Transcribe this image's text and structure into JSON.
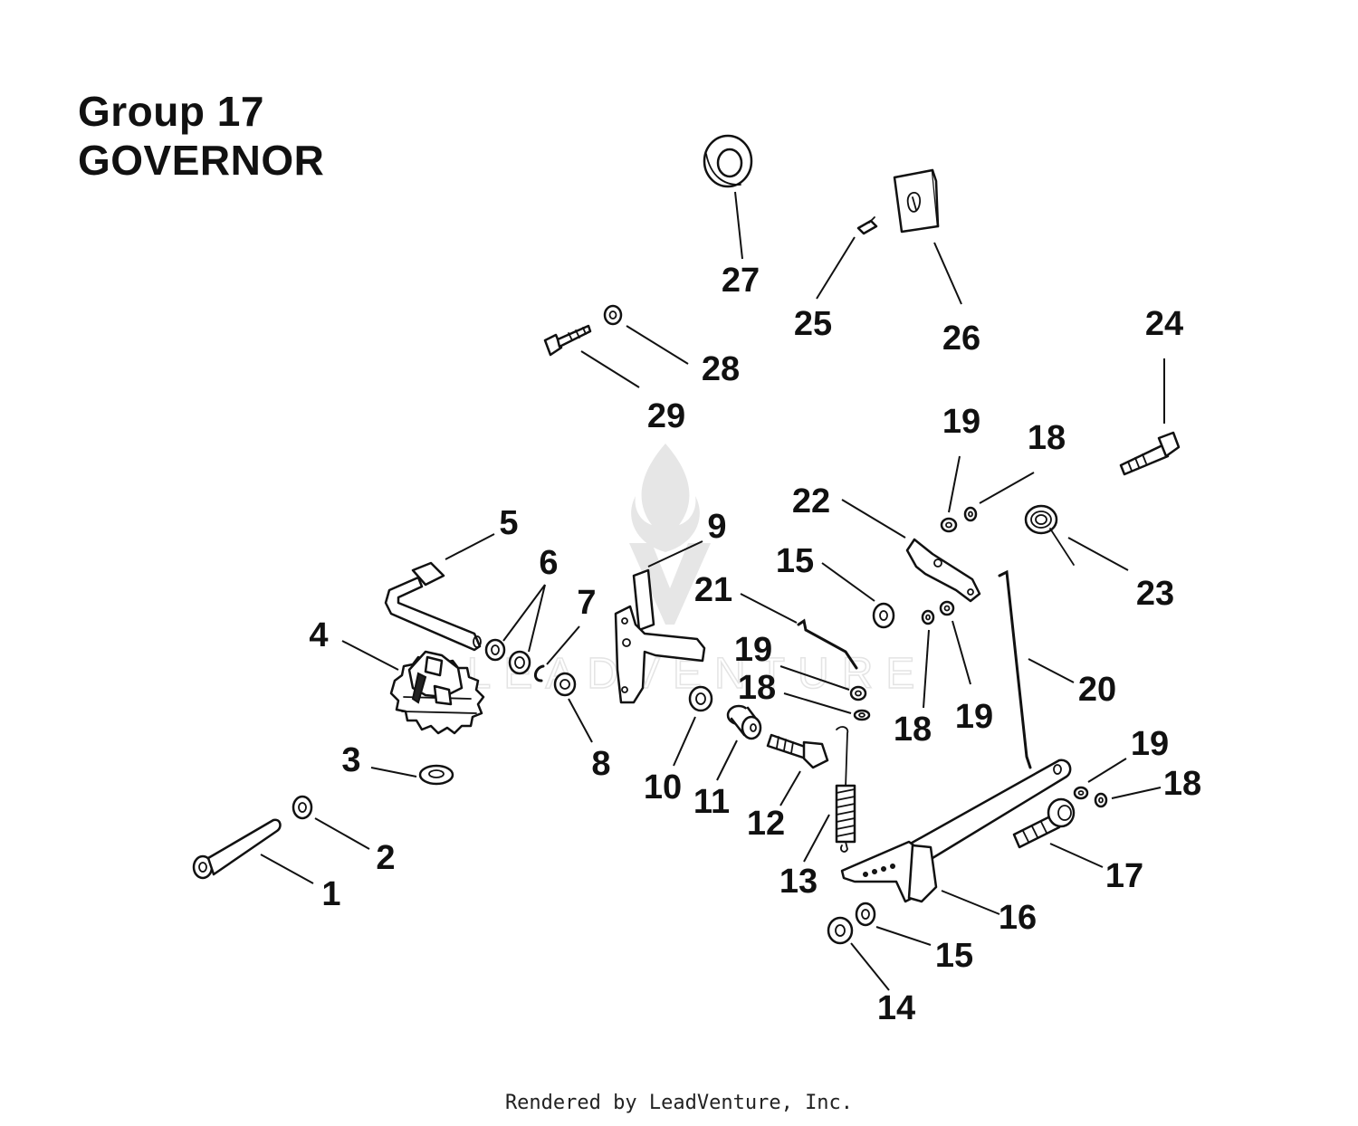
{
  "title": {
    "line1": "Group 17",
    "line2": "GOVERNOR"
  },
  "callouts": [
    "1",
    "2",
    "3",
    "4",
    "5",
    "6",
    "7",
    "8",
    "9",
    "10",
    "11",
    "12",
    "13",
    "14",
    "15",
    "15",
    "16",
    "17",
    "18",
    "18",
    "18",
    "18",
    "19",
    "19",
    "19",
    "19",
    "20",
    "21",
    "22",
    "23",
    "24",
    "25",
    "26",
    "27",
    "28",
    "29"
  ],
  "watermark": {
    "text": "LEADVENTURE",
    "icon": "flame-logo-icon"
  },
  "footer": {
    "credit": "Rendered by LeadVenture, Inc."
  }
}
